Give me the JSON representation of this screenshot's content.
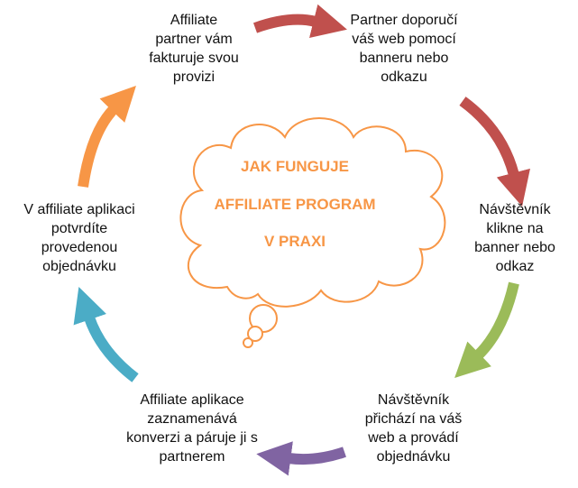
{
  "diagram": {
    "title_lines": [
      "JAK FUNGUJE",
      "AFFILIATE PROGRAM",
      "V PRAXI"
    ],
    "title_color": "#f79646",
    "cloud_outline_color": "#f79646",
    "steps": [
      {
        "lines": [
          "Affiliate",
          "partner vám",
          "fakturuje svou",
          "provizi"
        ]
      },
      {
        "lines": [
          "Partner doporučí",
          "váš web pomocí",
          "banneru nebo",
          "odkazu"
        ]
      },
      {
        "lines": [
          "Návštěvník",
          "klikne na",
          "banner nebo",
          "odkaz"
        ]
      },
      {
        "lines": [
          "Návštěvník",
          "přichází na váš",
          "web a provádí",
          "objednávku"
        ]
      },
      {
        "lines": [
          "Affiliate aplikace",
          "zaznamenává",
          "konverzi a páruje ji s",
          "partnerem"
        ]
      },
      {
        "lines": [
          "V affiliate aplikaci",
          "potvrdíte",
          "provedenou",
          "objednávku"
        ]
      }
    ],
    "arrows": [
      {
        "from": 1,
        "to": 2,
        "color": "#c0504d",
        "icon": "arrow-right-icon"
      },
      {
        "from": 2,
        "to": 3,
        "color": "#c0504d",
        "icon": "arrow-down-right-icon"
      },
      {
        "from": 3,
        "to": 4,
        "color": "#9bbb59",
        "icon": "arrow-down-left-icon"
      },
      {
        "from": 4,
        "to": 5,
        "color": "#8064a2",
        "icon": "arrow-left-icon"
      },
      {
        "from": 5,
        "to": 6,
        "color": "#4bacc6",
        "icon": "arrow-up-left-icon"
      },
      {
        "from": 6,
        "to": 1,
        "color": "#f79646",
        "icon": "arrow-up-right-icon"
      }
    ]
  }
}
